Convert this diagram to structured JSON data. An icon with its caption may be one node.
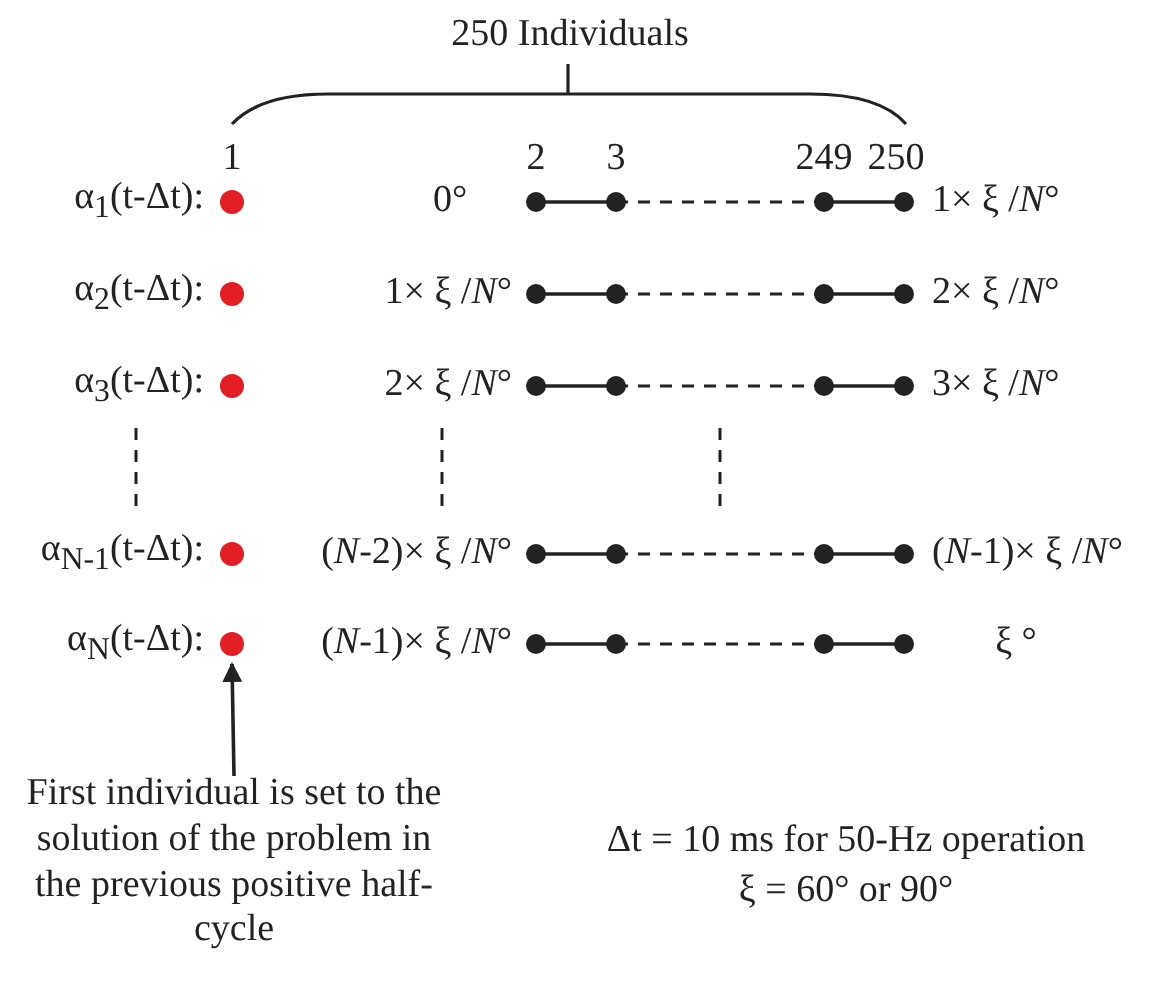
{
  "diagram": {
    "nodes": [
      {
        "text": [],
        "shape": "circle"
      },
      {
        "text": [],
        "shape": "circle"
      },
      {
        "text": [],
        "shape": "circle"
      },
      {
        "text": [],
        "shape": "circle"
      },
      {
        "text": [],
        "shape": "circle"
      },
      {
        "text": [
          "First individual is set to the solution of the problem in the previous positive half-cycle"
        ]
      }
    ],
    "edges": [
      {
        "from": 5,
        "to": 4,
        "arrow": "to"
      }
    ],
    "labels": [
      "250 Individuals",
      "1",
      "2",
      "3",
      "249",
      "250",
      "α$_{1}$(t-Δt):",
      "0°",
      "1× ξ /*N*°",
      "α$_{2}$(t-Δt):",
      "1× ξ /*N*°",
      "2× ξ /*N*°",
      "α$_{3}$(t-Δt):",
      "2× ξ /*N*°",
      "3× ξ /*N*°",
      "α$_{N-1}$(t-Δt):",
      "(*N*-2)× ξ /*N*°",
      "(*N*-1)× ξ /*N*°",
      "α$_{N}$(t-Δt):",
      "(*N*-1)× ξ /*N*°",
      "ξ °",
      "Δt = 10 ms for 50-Hz operation",
      "ξ = 60° or 90°"
    ]
  }
}
